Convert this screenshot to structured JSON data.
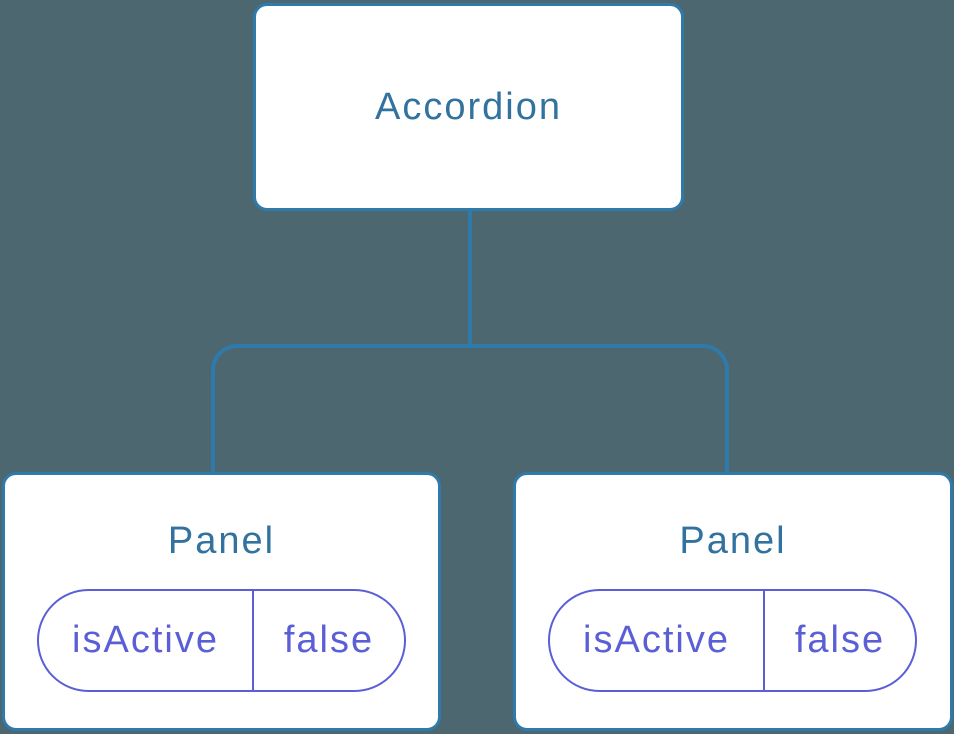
{
  "diagram": {
    "root": {
      "label": "Accordion"
    },
    "children": [
      {
        "label": "Panel",
        "state": {
          "name": "isActive",
          "value": "false"
        }
      },
      {
        "label": "Panel",
        "state": {
          "name": "isActive",
          "value": "false"
        }
      }
    ]
  },
  "colors": {
    "background": "#4c6770",
    "line": "#2e7aab",
    "node_fill": "#ffffff",
    "node_text": "#32729f",
    "state_accent": "#5b5fd6"
  }
}
